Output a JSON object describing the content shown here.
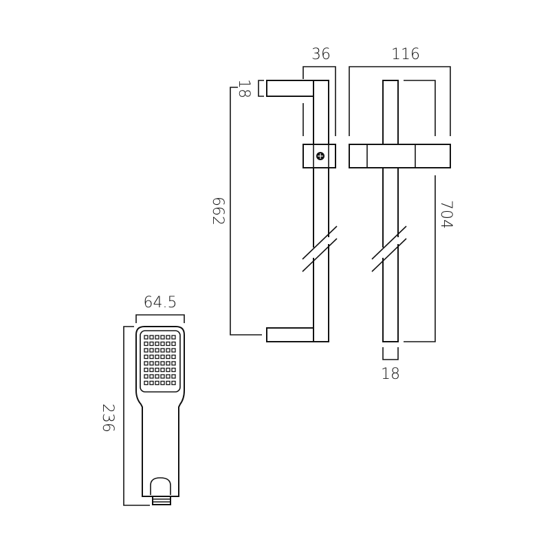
{
  "diagram": {
    "title": "Shower slide rail kit dimensions",
    "side_view": {
      "width_dim": "36",
      "arm_dim": "18",
      "height_dim": "662"
    },
    "front_view": {
      "width_dim": "116",
      "height_dim": "704",
      "bar_dim": "18"
    },
    "hand_shower": {
      "width_dim": "64.5",
      "length_dim": "236",
      "nozzle_rows": 8,
      "nozzle_cols": 6
    },
    "colors": {
      "line": "#111111",
      "background": "#ffffff"
    }
  }
}
